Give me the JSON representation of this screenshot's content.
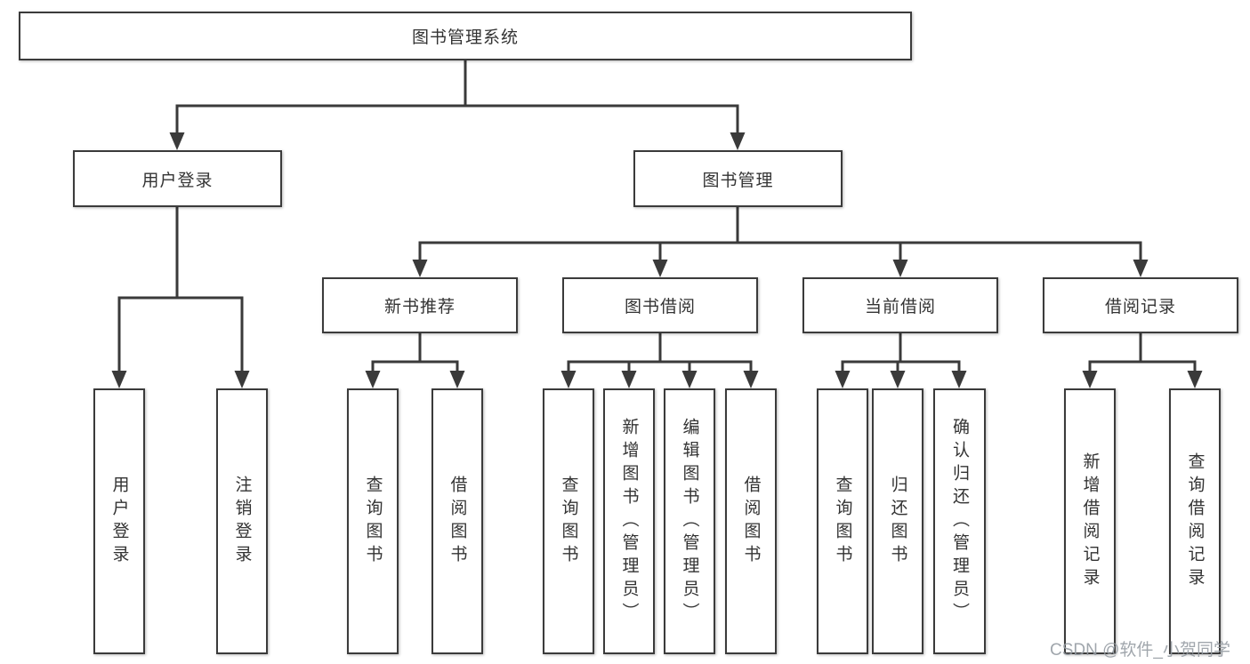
{
  "diagram": {
    "root": {
      "label": "图书管理系统"
    },
    "level2": [
      {
        "label": "用户登录"
      },
      {
        "label": "图书管理"
      }
    ],
    "level3": [
      {
        "label": "新书推荐"
      },
      {
        "label": "图书借阅"
      },
      {
        "label": "当前借阅"
      },
      {
        "label": "借阅记录"
      }
    ],
    "leaves": [
      {
        "label": "用户登录"
      },
      {
        "label": "注销登录"
      },
      {
        "label": "查询图书"
      },
      {
        "label": "借阅图书"
      },
      {
        "label": "查询图书"
      },
      {
        "label": "新增图书（管理员）"
      },
      {
        "label": "编辑图书（管理员）"
      },
      {
        "label": "借阅图书"
      },
      {
        "label": "查询图书"
      },
      {
        "label": "归还图书"
      },
      {
        "label": "确认归还（管理员）"
      },
      {
        "label": "新增借阅记录"
      },
      {
        "label": "查询借阅记录"
      }
    ]
  },
  "watermark": {
    "text": "CSDN @软件_小贺同学"
  },
  "colors": {
    "line": "#3a3a3a",
    "text": "#333333",
    "background": "#ffffff",
    "watermark": "#969ca3"
  }
}
